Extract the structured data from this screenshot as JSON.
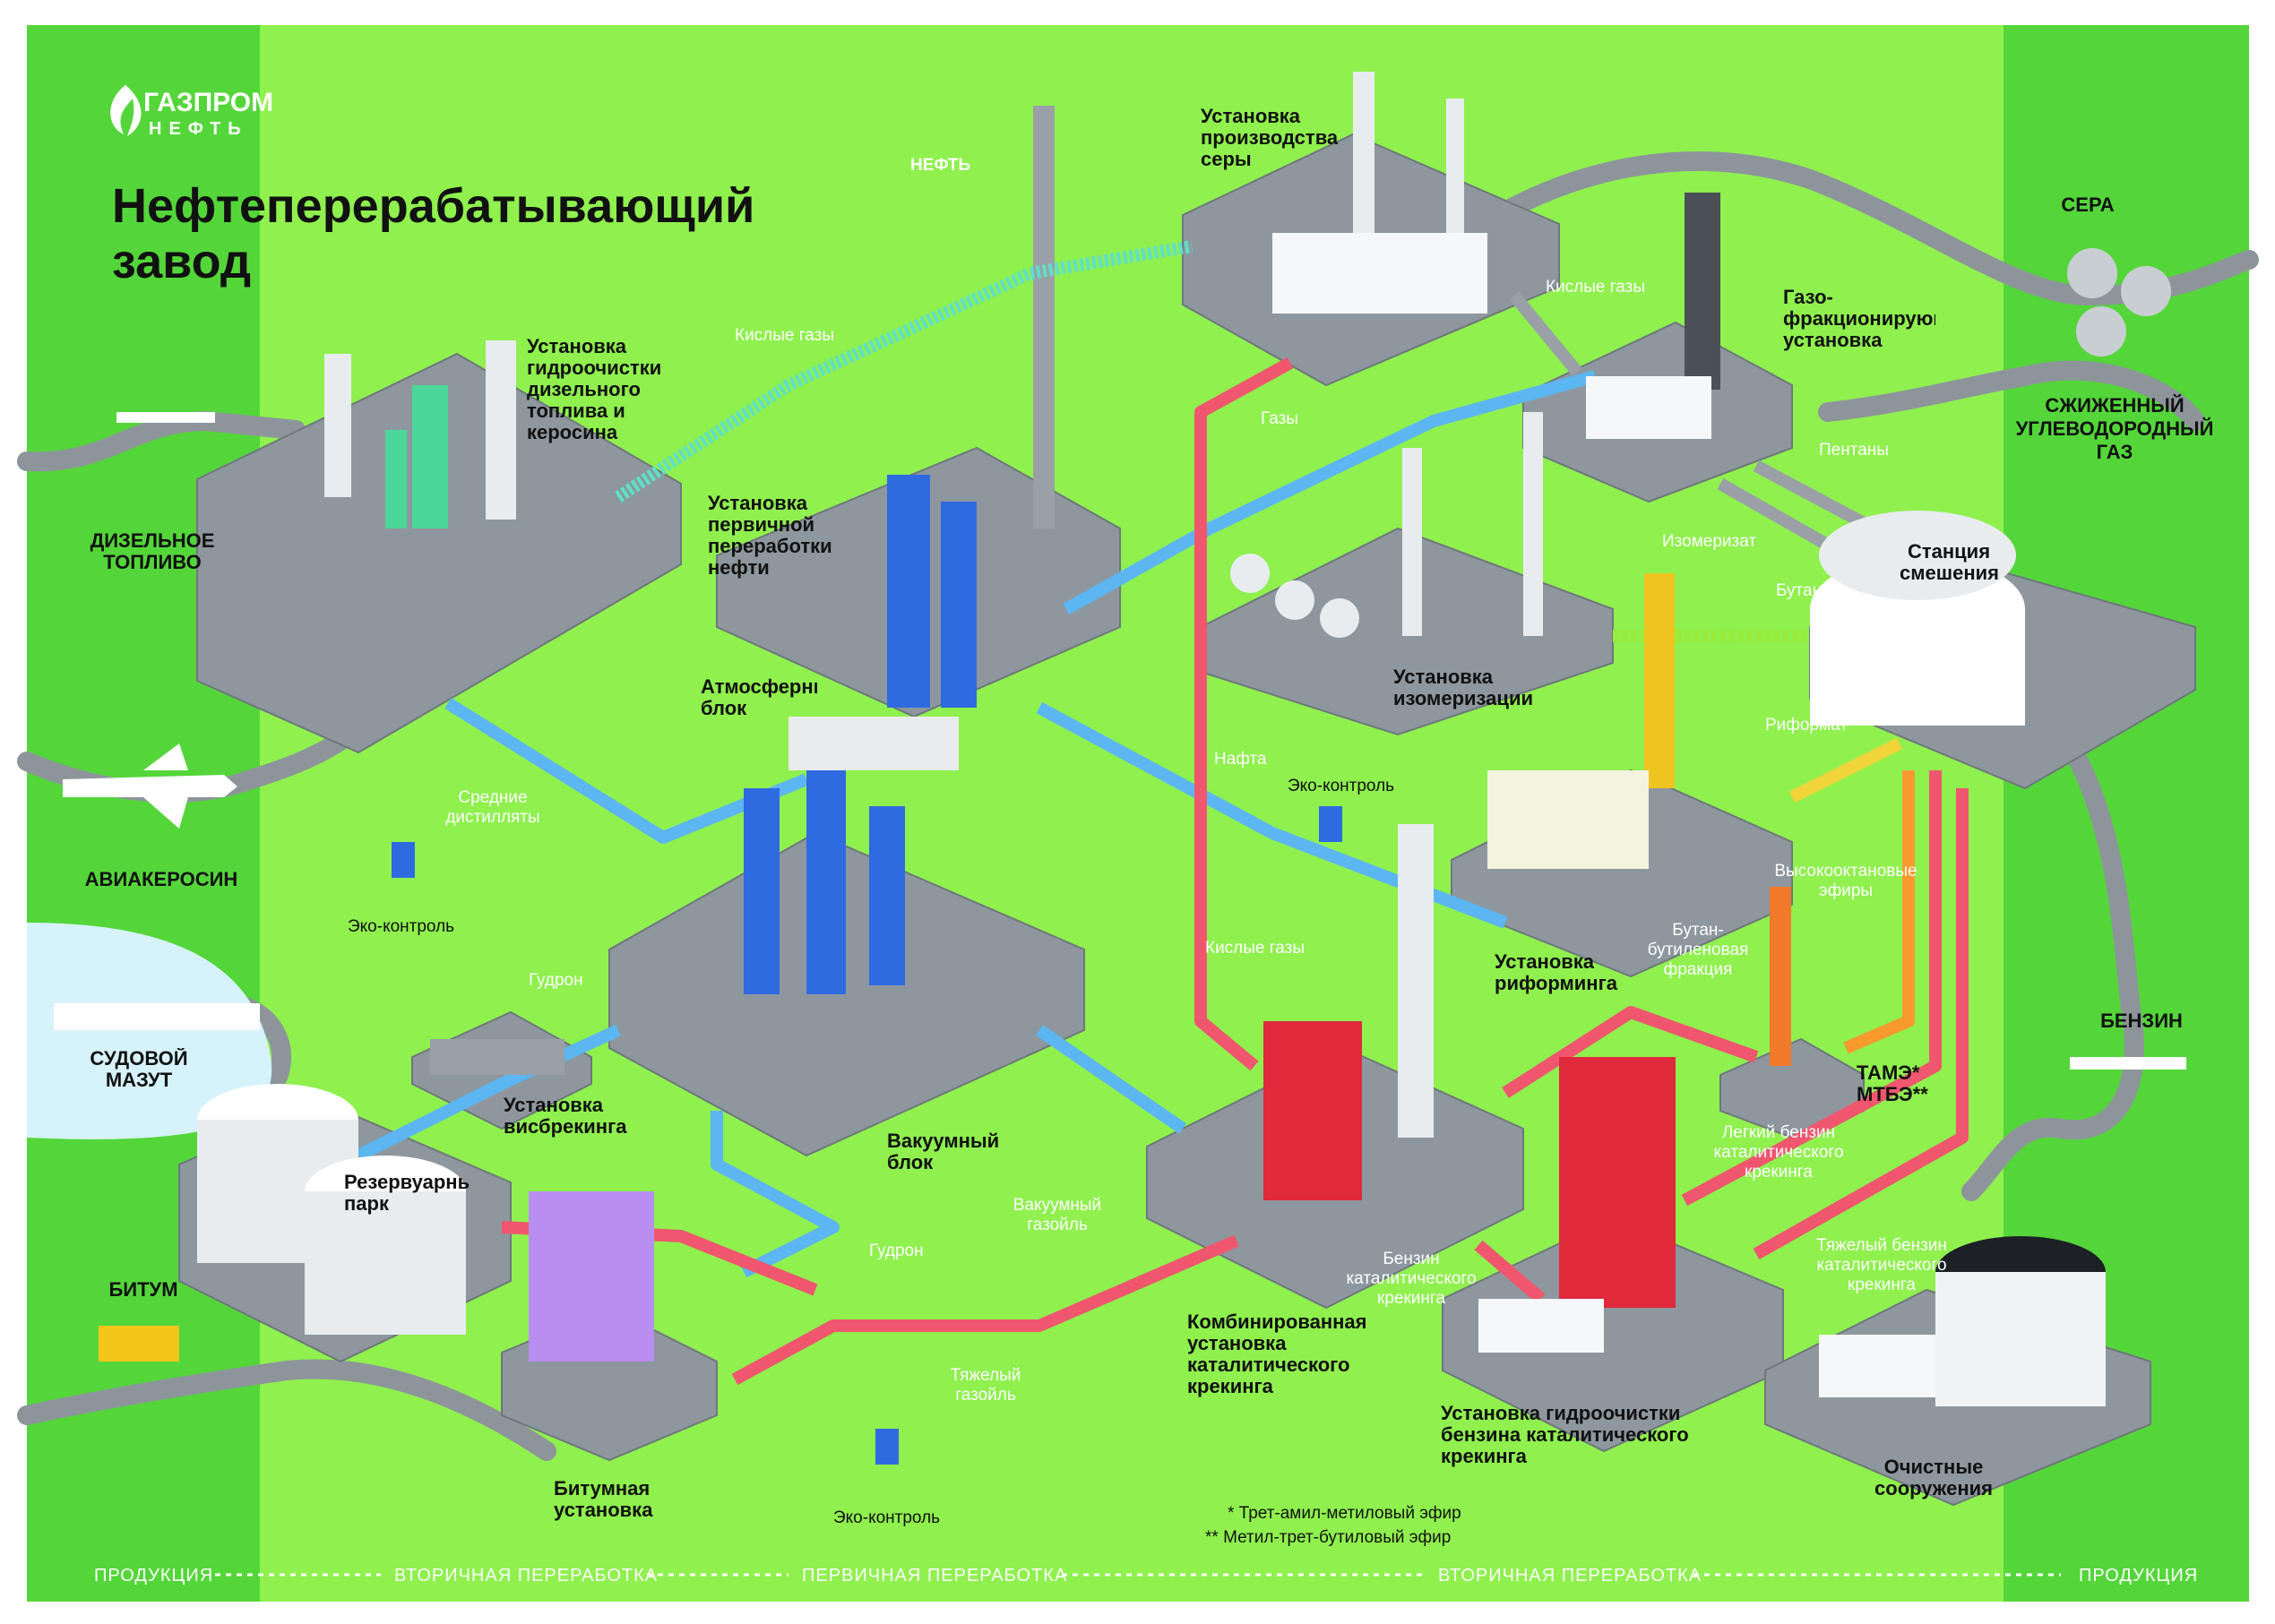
{
  "header": {
    "brand_top": "ГАЗПРОМ",
    "brand_bottom": "НЕФТЬ",
    "title_line1": "Нефтеперерабатывающий",
    "title_line2": "завод"
  },
  "colors": {
    "background": "#8ff04e",
    "band": "#54d63a",
    "pipe_blue": "#5cb6f2",
    "pipe_red": "#f0566e",
    "pipe_teal": "#5fe0c8",
    "pipe_orange": "#f99a2e",
    "pipe_yellow": "#f0d43a",
    "road": "#8d959b",
    "platform": "#8e979e"
  },
  "products": {
    "diesel": "ДИЗЕЛЬНОЕ ТОПЛИВО",
    "kerosene": "АВИАКЕРОСИН",
    "fuel_oil": "СУДОВОЙ МАЗУТ",
    "bitumen": "БИТУМ",
    "sulfur": "СЕРА",
    "lpg": "СЖИЖЕННЫЙ УГЛЕВОДОРОДНЫЙ ГАЗ",
    "gasoline": "БЕНЗИН",
    "oil": "НЕФТЬ"
  },
  "units": {
    "hydro_diesel": "Установка гидроочистки дизельного топлива и керосина",
    "primary": "Установка первичной переработки нефти",
    "atmospheric": "Атмосферный блок",
    "vacuum": "Вакуумный блок",
    "sulfur_unit": "Установка производства серы",
    "gas_fractionation": "Газо- фракционирующая установка",
    "blending": "Станция смешения",
    "isomerization": "Установка изомеризации",
    "reforming": "Установка риформинга",
    "tame": "ТАМЭ* МТБЭ**",
    "visbreaking": "Установка висбрекинга",
    "tank_park": "Резервуарный парк",
    "bitumen_unit": "Битумная установка",
    "cat_cracking": "Комбинированная установка каталитического крекинга",
    "hydro_gasoline": "Установка гидроочистки бензина каталитического крекинга",
    "treatment": "Очистные сооружения"
  },
  "flows": {
    "acid_gases_1": "Кислые газы",
    "acid_gases_2": "Кислые газы",
    "acid_gases_3": "Кислые газы",
    "gases": "Газы",
    "pentanes": "Пентаны",
    "butanes": "Бутаны",
    "isomerizate": "Изомеризат",
    "reformate": "Риформат",
    "naphtha": "Нафта",
    "middle_distillates": "Средние дистилляты",
    "tar_1": "Гудрон",
    "tar_2": "Гудрон",
    "vacuum_gasoil": "Вакуумный газойль",
    "heavy_gasoil": "Тяжелый газойль",
    "high_octane": "Высокооктановые эфиры",
    "butane_butylene": "Бутан- бутиленовая фракция",
    "light_cc_gasoline": "Легкий бензин каталитического крекинга",
    "heavy_cc_gasoline": "Тяжелый бензин каталитического крекинга",
    "cc_gasoline": "Бензин каталитического крекинга"
  },
  "eco": {
    "eco_1": "Эко-контроль",
    "eco_2": "Эко-контроль",
    "eco_3": "Эко-контроль"
  },
  "footnotes": {
    "note1": "* Трет-амил-метиловый эфир",
    "note2": "** Метил-трет-бутиловый эфир"
  },
  "bottom_bar": {
    "left": "ПРОДУКЦИЯ",
    "mid_left": "ВТОРИЧНАЯ ПЕРЕРАБОТКА",
    "center": "ПЕРВИЧНАЯ ПЕРЕРАБОТКА",
    "mid_right": "ВТОРИЧНАЯ ПЕРЕРАБОТКА",
    "right": "ПРОДУКЦИЯ"
  }
}
